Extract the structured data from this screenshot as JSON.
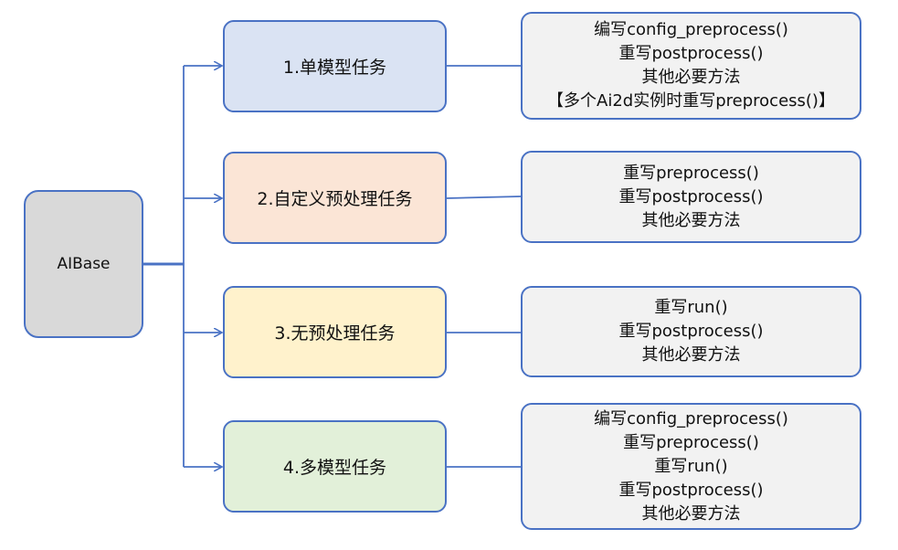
{
  "root": {
    "label": "AIBase",
    "fill": "#d9d9d9"
  },
  "tasks": [
    {
      "label": "1.单模型任务",
      "fill": "#dae3f3",
      "details": [
        "编写config_preprocess()",
        "重写postprocess()",
        "其他必要方法",
        "【多个Ai2d实例时重写preprocess()】"
      ]
    },
    {
      "label": "2.自定义预处理任务",
      "fill": "#fbe5d6",
      "details": [
        "重写preprocess()",
        "重写postprocess()",
        "其他必要方法"
      ]
    },
    {
      "label": "3.无预处理任务",
      "fill": "#fff2cc",
      "details": [
        "重写run()",
        "重写postprocess()",
        "其他必要方法"
      ]
    },
    {
      "label": "4.多模型任务",
      "fill": "#e2f0d9",
      "details": [
        "编写config_preprocess()",
        "重写preprocess()",
        "重写run()",
        "重写postprocess()",
        "其他必要方法"
      ]
    }
  ],
  "colors": {
    "border": "#4a72c4",
    "connector": "#4a72c4",
    "detail_fill": "#f2f2f2"
  }
}
